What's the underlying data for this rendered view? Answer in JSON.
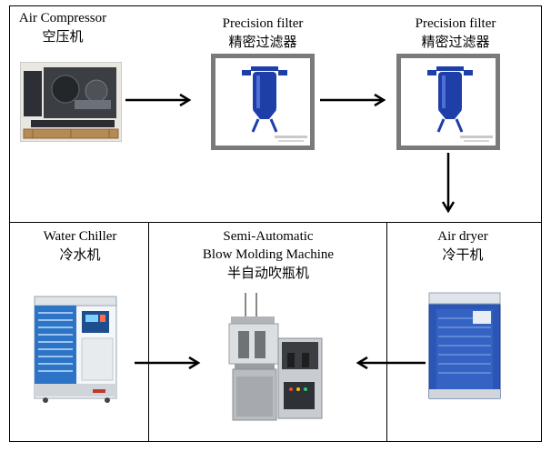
{
  "diagram": {
    "nodes": [
      {
        "id": "air_compressor",
        "en": "Air Compressor",
        "zh": "空压机",
        "icon": "air-compressor-icon"
      },
      {
        "id": "precision_filter_1",
        "en": "Precision filter",
        "zh": "精密过滤器",
        "icon": "filter-housing-icon"
      },
      {
        "id": "precision_filter_2",
        "en": "Precision filter",
        "zh": "精密过滤器",
        "icon": "filter-housing-icon"
      },
      {
        "id": "air_dryer",
        "en": "Air dryer",
        "zh": "冷干机",
        "icon": "air-dryer-icon"
      },
      {
        "id": "blow_molding",
        "en_line1": "Semi-Automatic",
        "en_line2": "Blow Molding Machine",
        "zh": "半自动吹瓶机",
        "icon": "blow-molding-machine-icon"
      },
      {
        "id": "water_chiller",
        "en": "Water Chiller",
        "zh": "冷水机",
        "icon": "water-chiller-icon"
      }
    ],
    "edges": [
      {
        "from": "air_compressor",
        "to": "precision_filter_1"
      },
      {
        "from": "precision_filter_1",
        "to": "precision_filter_2"
      },
      {
        "from": "precision_filter_2",
        "to": "air_dryer"
      },
      {
        "from": "air_dryer",
        "to": "blow_molding"
      },
      {
        "from": "water_chiller",
        "to": "blow_molding"
      }
    ],
    "colors": {
      "filter_blue": "#1f3fa8",
      "dryer_blue": "#2b56b5",
      "chiller_blue": "#2d74c7",
      "machine_grey": "#9a9ea3"
    }
  }
}
